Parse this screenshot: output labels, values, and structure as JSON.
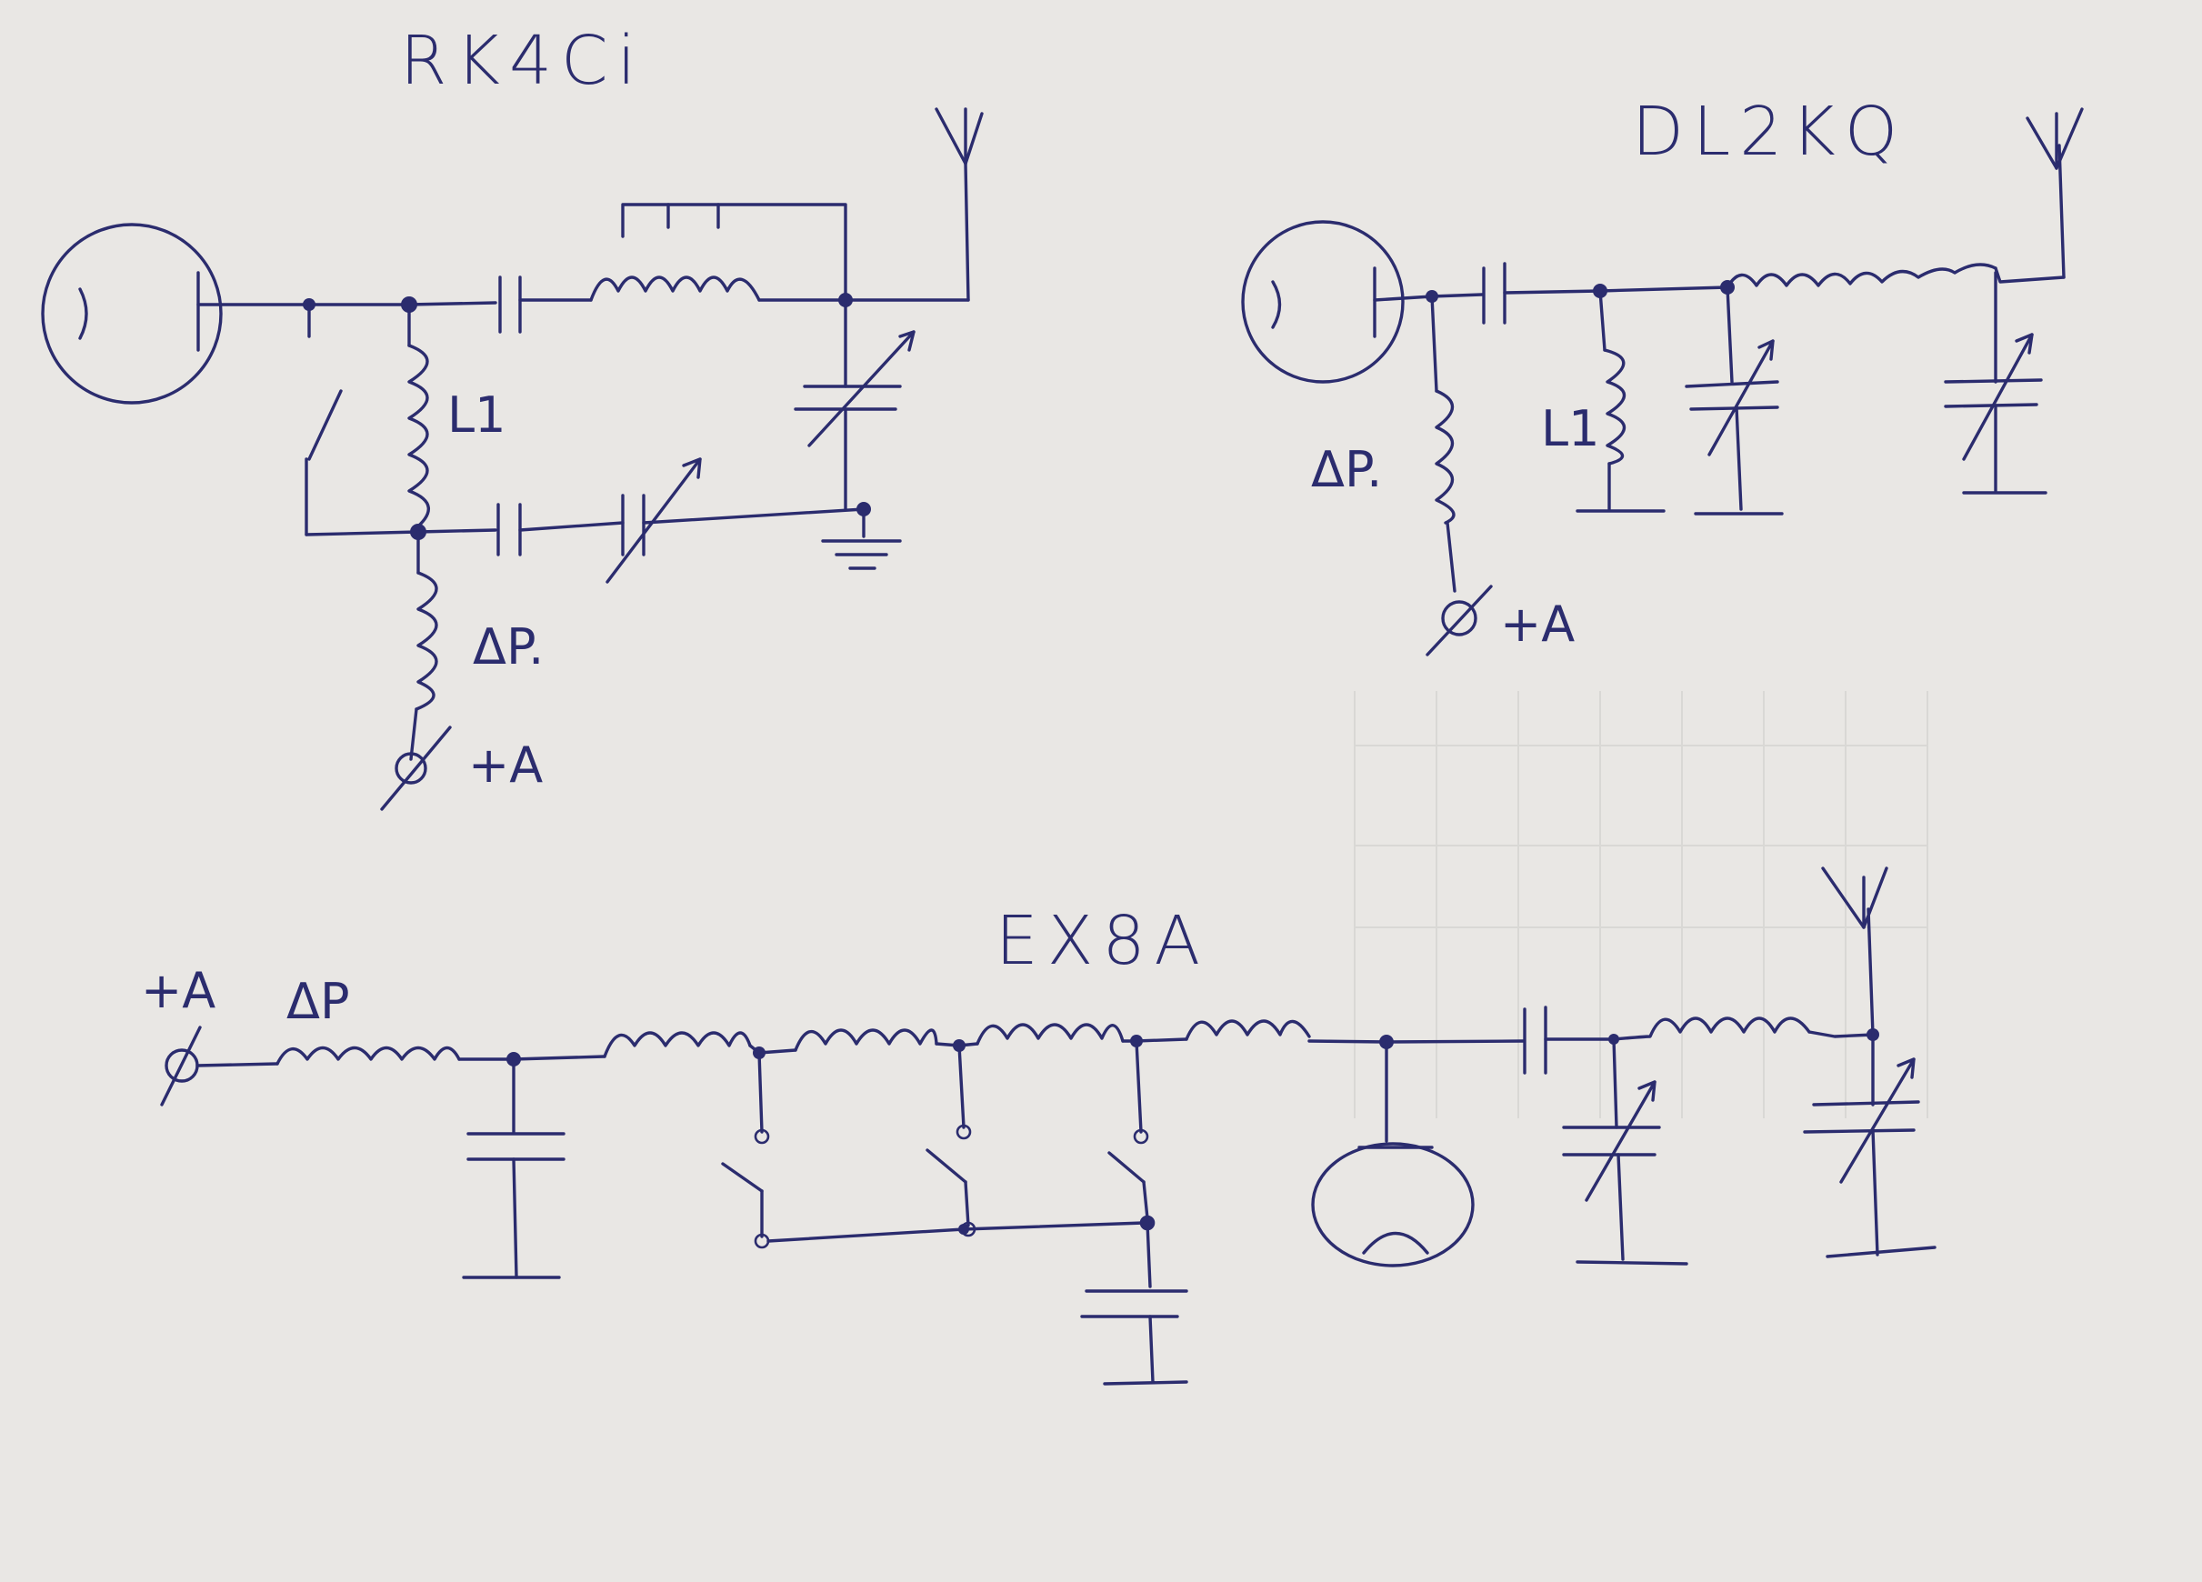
{
  "diagrams": {
    "rk4ci": {
      "title": "RK4Ci",
      "l1_label": "L1",
      "choke_label": "ΔP.",
      "supply_label": "+A"
    },
    "dl2kq": {
      "title": "DL2KQ",
      "l1_label": "L1",
      "choke_label": "ΔP.",
      "supply_label": "+A"
    },
    "ex8a": {
      "title": "EX8A",
      "supply_label": "+A",
      "choke_label": "ΔP"
    }
  },
  "colors": {
    "ink": "#2b2c6e",
    "paper": "#e9e7e4"
  }
}
